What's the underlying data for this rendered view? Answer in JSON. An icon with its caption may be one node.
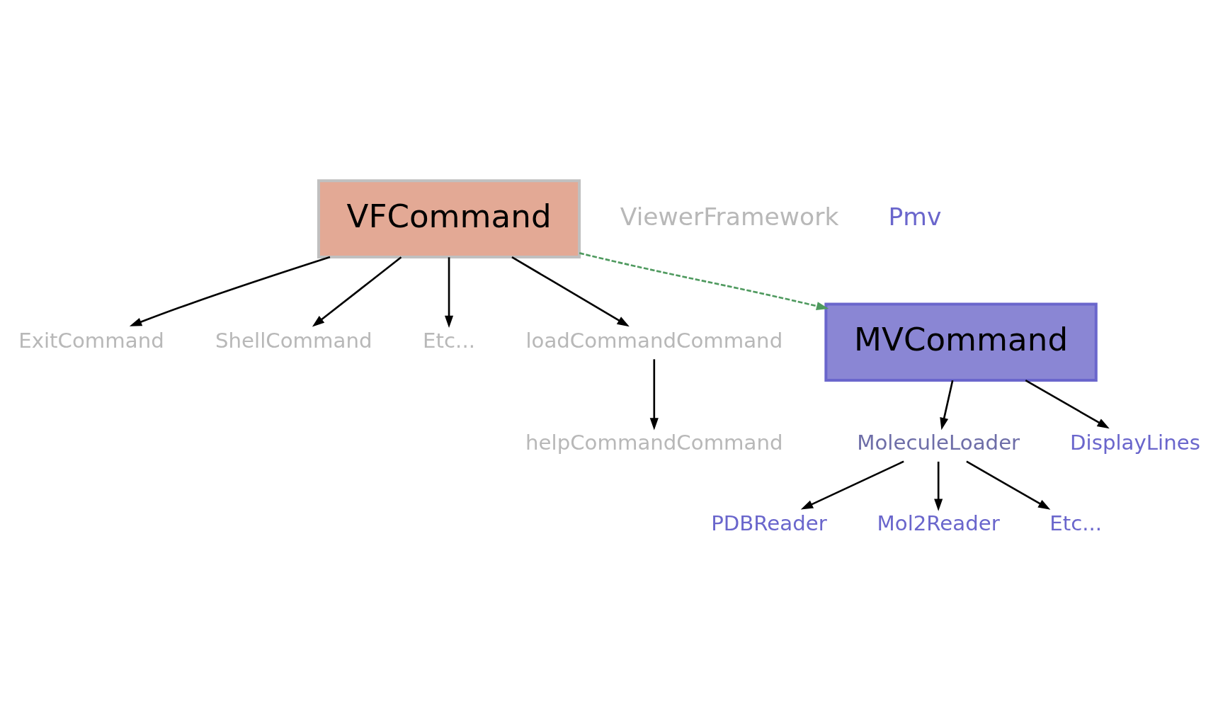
{
  "diagram": {
    "nodes": [
      {
        "text": [
          "VFCommand"
        ]
      },
      {
        "text": [
          "ExitCommand"
        ]
      },
      {
        "text": [
          "ShellCommand"
        ]
      },
      {
        "text": [
          "Etc..."
        ]
      },
      {
        "text": [
          "loadCommandCommand"
        ]
      },
      {
        "text": [
          "helpCommandCommand"
        ]
      },
      {
        "text": [
          "MVCommand"
        ]
      },
      {
        "text": [
          "MoleculeLoader"
        ]
      },
      {
        "text": [
          "DisplayLines"
        ]
      },
      {
        "text": [
          "PDBReader"
        ]
      },
      {
        "text": [
          "Mol2Reader"
        ]
      },
      {
        "text": [
          "Etc..."
        ]
      }
    ],
    "edges": [
      {
        "from": 0,
        "to": 1,
        "arrow": "to"
      },
      {
        "from": 0,
        "to": 2,
        "arrow": "to"
      },
      {
        "from": 0,
        "to": 3,
        "arrow": "to"
      },
      {
        "from": 0,
        "to": 4,
        "arrow": "to"
      },
      {
        "from": 4,
        "to": 5,
        "arrow": "to"
      },
      {
        "from": 0,
        "to": 6,
        "arrow": "to",
        "style": "dashed",
        "color": "#4f9a5f"
      },
      {
        "from": 6,
        "to": 7,
        "arrow": "to"
      },
      {
        "from": 6,
        "to": 8,
        "arrow": "to"
      },
      {
        "from": 7,
        "to": 9,
        "arrow": "to"
      },
      {
        "from": 7,
        "to": 10,
        "arrow": "to"
      },
      {
        "from": 7,
        "to": 11,
        "arrow": "to"
      }
    ],
    "labels": [
      "ViewerFramework",
      "Pmv"
    ]
  }
}
